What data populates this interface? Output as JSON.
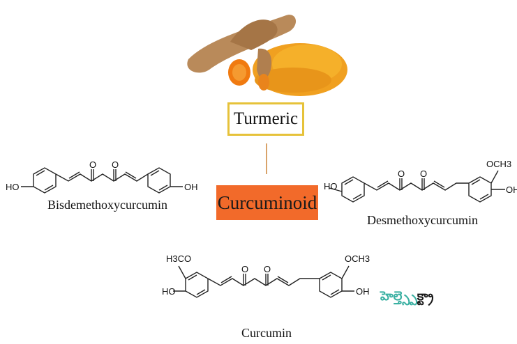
{
  "root": {
    "label": "Turmeric"
  },
  "group": {
    "label": "Curcuminoid"
  },
  "molecules": [
    {
      "name": "Bisdemethoxycurcumin",
      "left_group": "HO",
      "right_group": "OH"
    },
    {
      "name": "Desmethoxycurcumin",
      "left_group": "HO",
      "right_group": "OH",
      "methoxy": "OCH3"
    },
    {
      "name": "Curcumin",
      "left_group": "HO",
      "right_group": "OH",
      "methoxy_left": "H3CO",
      "methoxy_right": "OCH3"
    }
  ],
  "carbonyl": "O",
  "brand": {
    "part1": "హెల్త్",
    "part2": "స్పెక్ట్రా"
  }
}
